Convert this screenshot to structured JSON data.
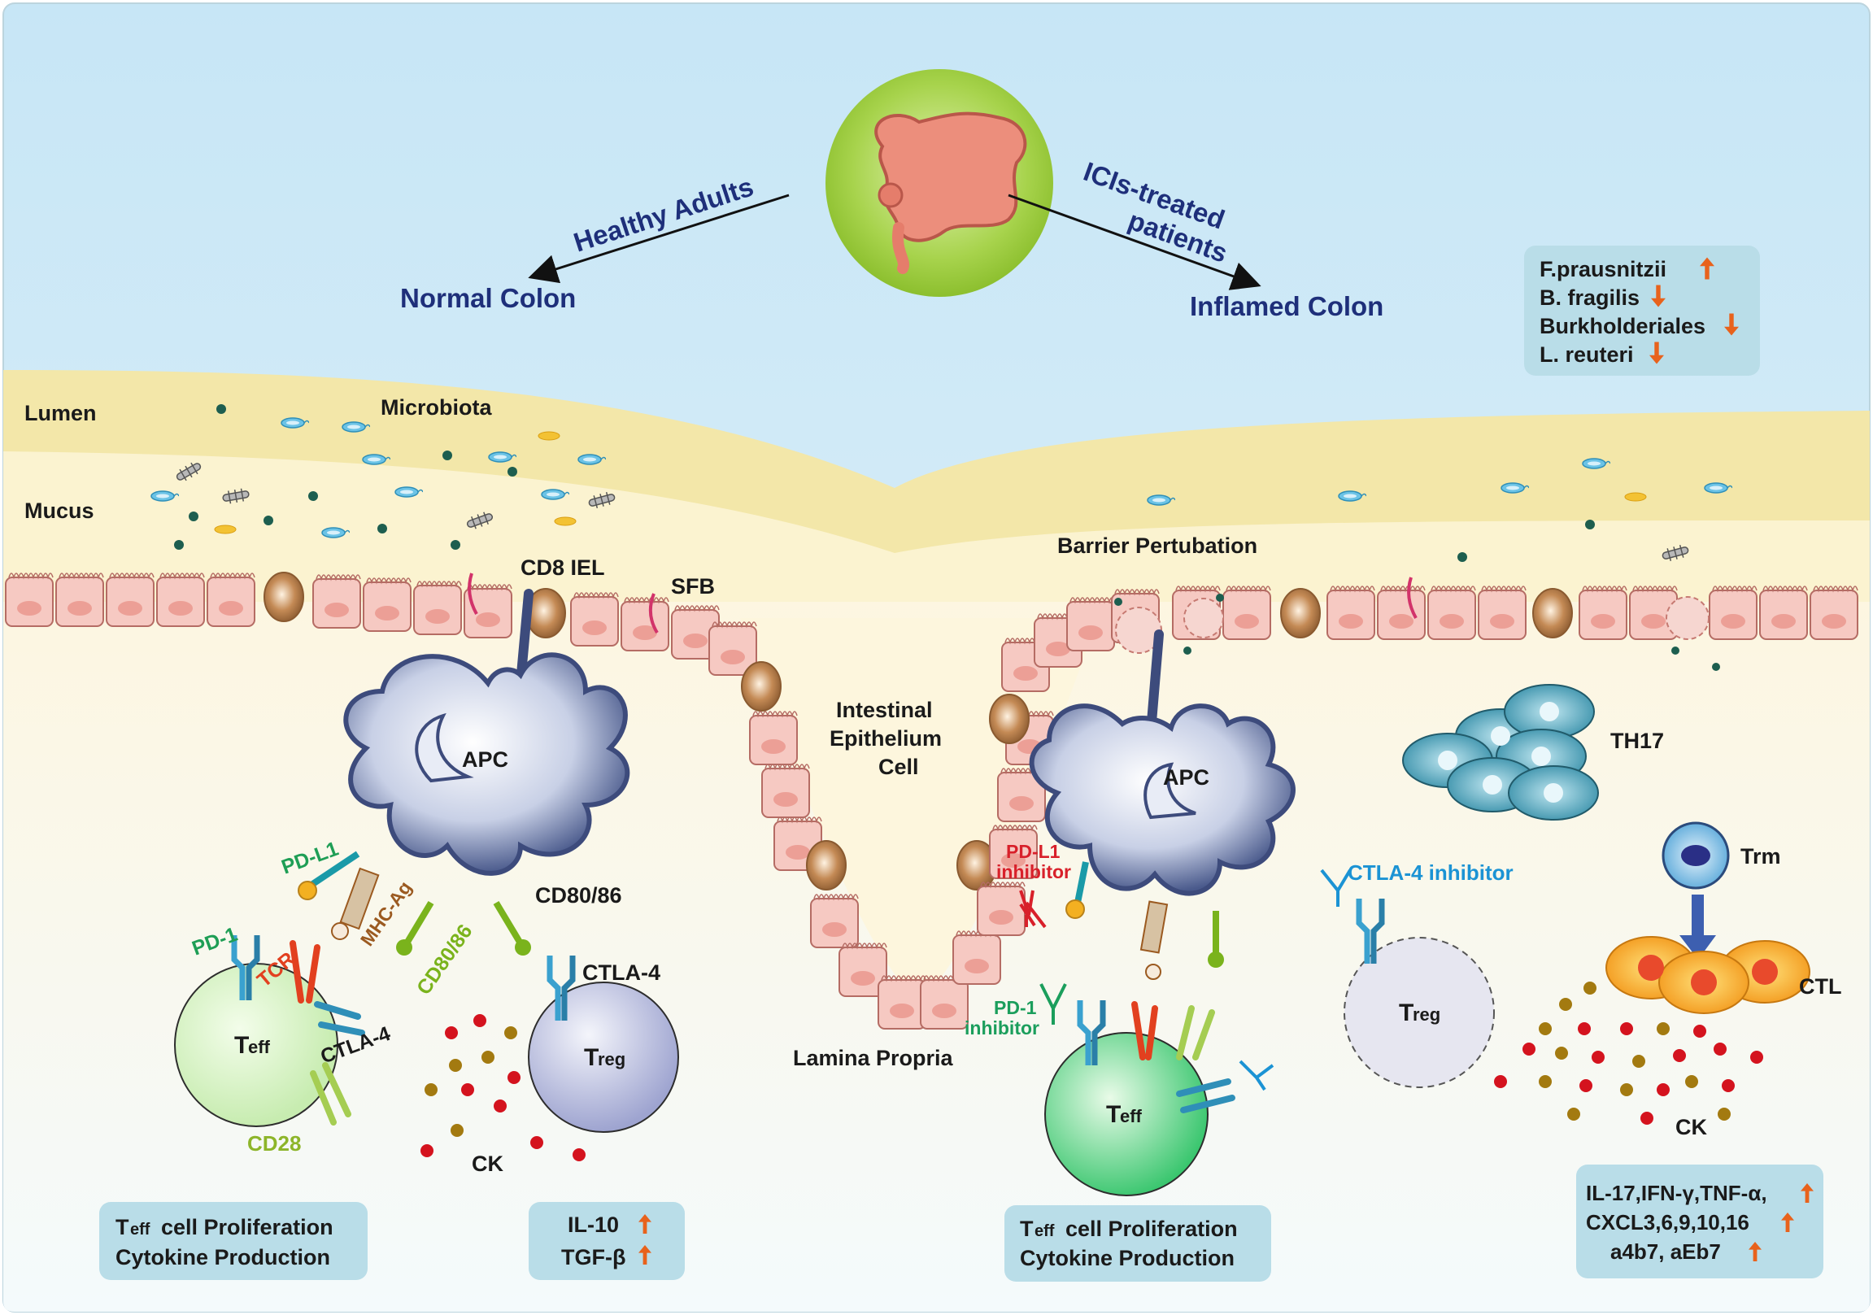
{
  "title": {
    "healthy": "Healthy Adults",
    "normal_colon": "Normal Colon",
    "icis_line1": "ICIs-treated",
    "icis_line2": "patients",
    "inflamed_colon": "Inflamed Colon"
  },
  "microbes": {
    "items": [
      "F.prausnitzii",
      "B. fragilis",
      "Burkholderiales",
      "L. reuteri"
    ],
    "arrows": [
      "up",
      "down",
      "down",
      "down"
    ]
  },
  "layers": {
    "lumen": "Lumen",
    "mucus": "Mucus",
    "microbiota": "Microbiota",
    "barrier": "Barrier Pertubation",
    "cd8": "CD8 IEL",
    "sfb": "SFB",
    "iec_line1": "Intestinal",
    "iec_line2": "Epithelium",
    "iec_line3": "Cell",
    "lamina": "Lamina Propria"
  },
  "left": {
    "apc": "APC",
    "pdl1": "PD-L1",
    "mhc": "MHC-Ag",
    "cd8086_a": "CD80/86",
    "cd8086_b": "CD80/86",
    "pd1": "PD-1",
    "tcr": "TCR",
    "ctla4_a": "CTLA-4",
    "ctla4_b": "CTLA-4",
    "cd28": "CD28",
    "teff_main": "T",
    "teff_sub": "eff",
    "treg_main": "T",
    "treg_sub": "reg",
    "ck": "CK",
    "box1_line1": "cell Proliferation",
    "box1_line1_main": "T",
    "box1_line1_sub": "eff",
    "box1_line2": "Cytokine Production",
    "box2_il10": "IL-10",
    "box2_tgf": "TGF-β"
  },
  "right": {
    "apc": "APC",
    "pdl1_inh_1": "PD-L1",
    "pdl1_inh_2": "inhibitor",
    "pd1_inh_1": "PD-1",
    "pd1_inh_2": "inhibitor",
    "ctla4_inh": "CTLA-4 inhibitor",
    "teff_main": "T",
    "teff_sub": "eff",
    "treg_main": "T",
    "treg_sub": "reg",
    "th17": "TH17",
    "trm": "Trm",
    "ctl": "CTL",
    "ck": "CK",
    "box3_line1_main": "T",
    "box3_line1_sub": "eff",
    "box3_line1": "cell Proliferation",
    "box3_line2": "Cytokine Production",
    "box4_line1": "IL-17,IFN-γ,TNF-α,",
    "box4_line2": "CXCL3,6,9,10,16",
    "box4_line3": "a4b7, aEb7"
  },
  "colors": {
    "sky": "#cfe9f6",
    "mucus_band": "#f3e7a9",
    "mucus_light": "#fbf3d0",
    "epithelium": "#f6c9c2",
    "navy_text": "#1e2f7a",
    "up_arrow": "#e8621c",
    "pdl1_green": "#1e9e55",
    "tcr_red": "#e2401f",
    "mhc_brown": "#9b5a20",
    "cd80_green": "#7ab31c",
    "inhibitor_red": "#d8202a",
    "inhibitor_blue": "#1b93d4"
  }
}
